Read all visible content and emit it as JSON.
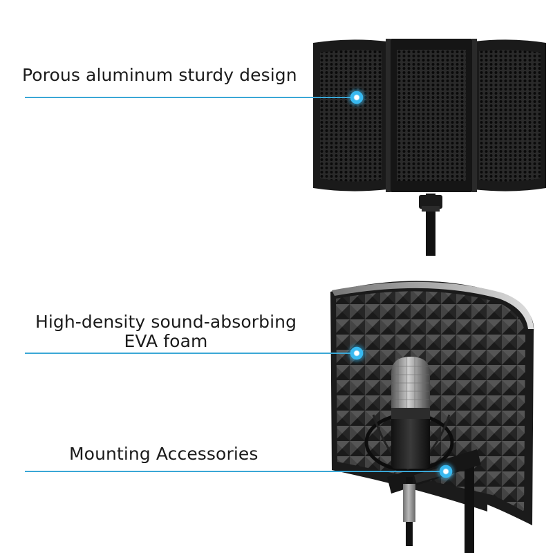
{
  "callouts": [
    {
      "text": "Porous aluminum sturdy design"
    },
    {
      "line1": "High-density sound-absorbing",
      "line2": "EVA foam"
    },
    {
      "text": "Mounting Accessories"
    }
  ],
  "colors": {
    "accent": "#3aa7d6",
    "hotspot": "#38b9f0",
    "text": "#1b1b1b",
    "panel": "#1c1c1c",
    "foam": "#3a3a3a"
  },
  "icons": [
    "hotspot-dot-icon"
  ]
}
